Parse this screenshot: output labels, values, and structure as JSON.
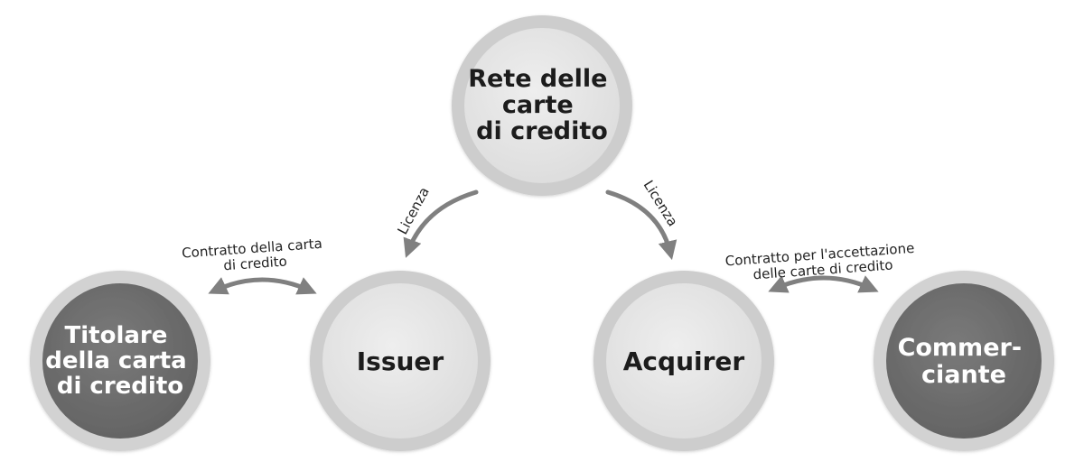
{
  "nodes": {
    "network": {
      "lines": [
        "Rete delle",
        "carte",
        "di credito"
      ],
      "style": "light"
    },
    "cardholder": {
      "lines": [
        "Titolare",
        "della carta",
        "di credito"
      ],
      "style": "dark"
    },
    "issuer": {
      "lines": [
        "Issuer"
      ],
      "style": "light"
    },
    "acquirer": {
      "lines": [
        "Acquirer"
      ],
      "style": "light"
    },
    "merchant": {
      "lines": [
        "Commer-",
        "ciante"
      ],
      "style": "dark"
    }
  },
  "edges": {
    "license_left": {
      "label": "Licenza",
      "direction": "network-to-issuer"
    },
    "license_right": {
      "label": "Licenza",
      "direction": "network-to-acquirer"
    },
    "cardholder_issuer": {
      "label_lines": [
        "Contratto della carta",
        "di credito"
      ],
      "direction": "bidirectional"
    },
    "acquirer_merchant": {
      "label_lines": [
        "Contratto per l'accettazione",
        "delle carte di credito"
      ],
      "direction": "bidirectional"
    }
  },
  "colors": {
    "light_fill": "#e3e3e3",
    "light_ring": "#cdcdcd",
    "dark_fill": "#6e6e6e",
    "dark_ring": "#d2d2d2",
    "light_text": "#1a1a1a",
    "dark_text": "#ffffff",
    "arrow": "#808080"
  }
}
